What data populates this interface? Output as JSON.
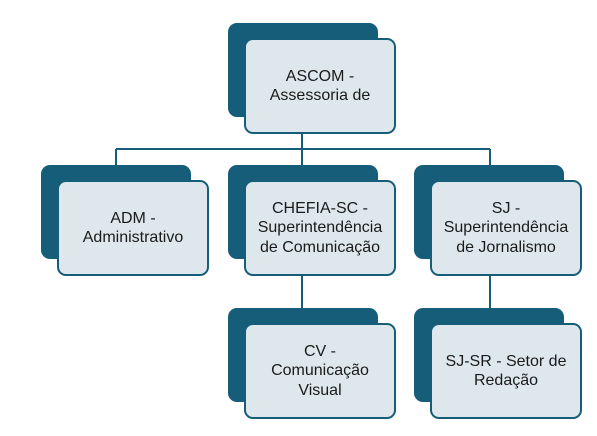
{
  "colors": {
    "box_dark": "#165d7a",
    "box_light": "#dee8ec",
    "connector": "#165d7a",
    "text": "#1a1a1a"
  },
  "nodes": {
    "ascom": {
      "label": "ASCOM -\nAssessoria de"
    },
    "adm": {
      "label": "ADM -\nAdministrativo"
    },
    "chefia": {
      "label": "CHEFIA-SC -\nSuperintendência\nde Comunicação"
    },
    "sj": {
      "label": "SJ -\nSuperintendência\nde Jornalismo"
    },
    "cv": {
      "label": "CV -\nComunicação\nVisual"
    },
    "sjsr": {
      "label": "SJ-SR - Setor de\nRedação"
    }
  }
}
